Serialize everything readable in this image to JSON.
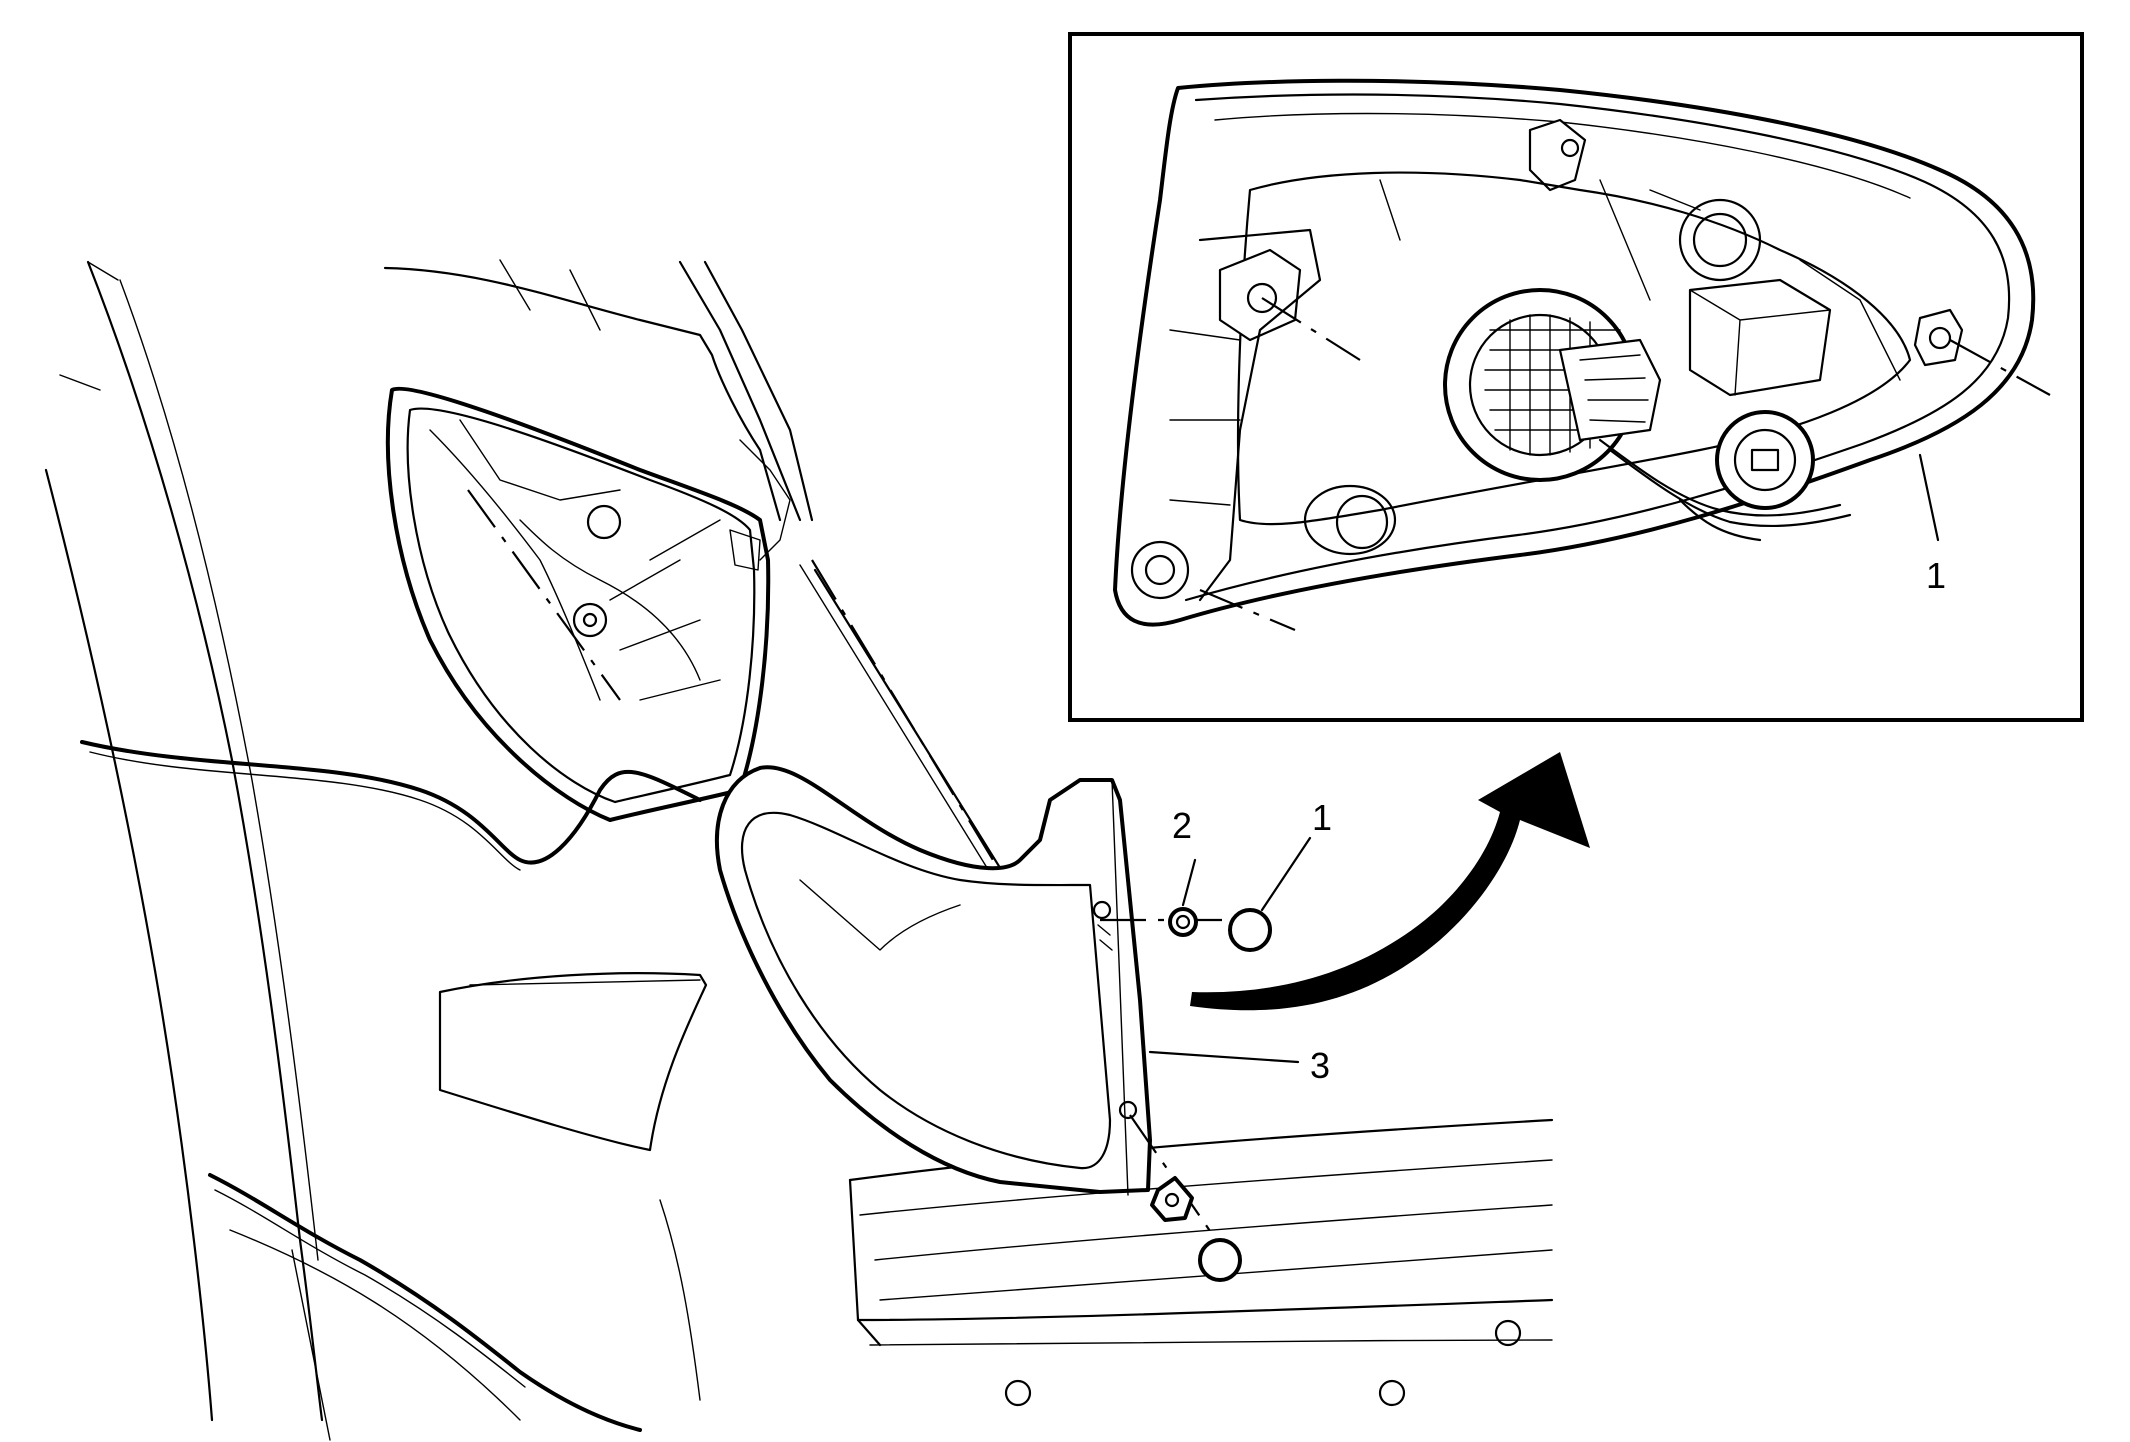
{
  "callouts": {
    "inset_1": "1",
    "main_1": "1",
    "main_2": "2",
    "main_3": "3"
  },
  "colors": {
    "line": "#000000",
    "background": "#ffffff"
  }
}
